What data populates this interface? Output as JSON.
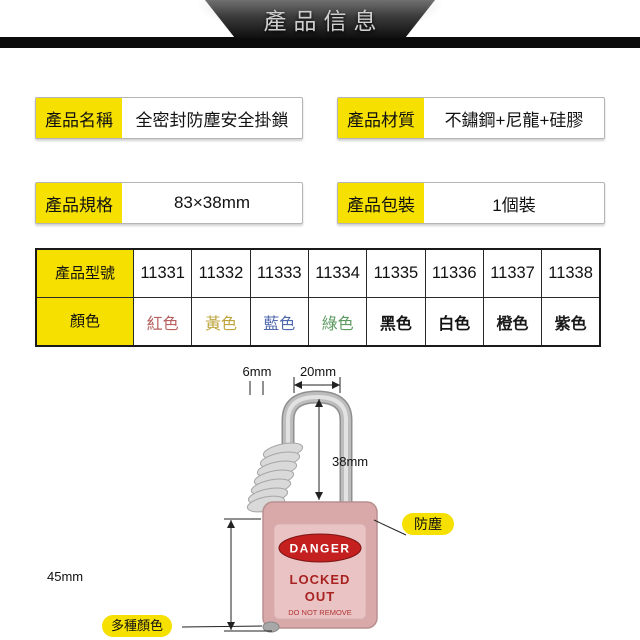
{
  "theme": {
    "accent_yellow": "#F5E000",
    "danger_red": "#C42020",
    "lock_body_pink": "#D9A8A8"
  },
  "header": {
    "title": "產品信息"
  },
  "info": {
    "rows": [
      {
        "label": "產品名稱",
        "value": "全密封防塵安全掛鎖"
      },
      {
        "label": "產品材質",
        "value": "不鏽鋼+尼龍+硅膠"
      },
      {
        "label": "產品規格",
        "value": "83×38mm"
      },
      {
        "label": "產品包裝",
        "value": "1個裝"
      }
    ]
  },
  "table": {
    "model_label": "產品型號",
    "color_label": "顏色",
    "models": [
      "11331",
      "11332",
      "11333",
      "11334",
      "11335",
      "11336",
      "11337",
      "11338"
    ],
    "colors": [
      {
        "name": "紅色",
        "hex": "#b85f5f",
        "weight": "400"
      },
      {
        "name": "黃色",
        "hex": "#bfa43c",
        "weight": "400"
      },
      {
        "name": "藍色",
        "hex": "#5069ad",
        "weight": "400"
      },
      {
        "name": "綠色",
        "hex": "#5d9a60",
        "weight": "400"
      },
      {
        "name": "黑色",
        "hex": "#141414",
        "weight": "700"
      },
      {
        "name": "白色",
        "hex": "#141414",
        "weight": "700"
      },
      {
        "name": "橙色",
        "hex": "#1a1a1a",
        "weight": "700"
      },
      {
        "name": "紫色",
        "hex": "#1a1a1a",
        "weight": "700"
      }
    ]
  },
  "diagram": {
    "dims": {
      "tube_diameter": "6mm",
      "shackle_width": "20mm",
      "shackle_height": "38mm",
      "body_height": "45mm"
    },
    "callouts": {
      "dustproof": "防塵",
      "multi_color": "多種顏色"
    },
    "lock": {
      "danger": "DANGER",
      "locked": "LOCKED",
      "out": "OUT",
      "do_not_remove": "DO NOT REMOVE"
    }
  }
}
